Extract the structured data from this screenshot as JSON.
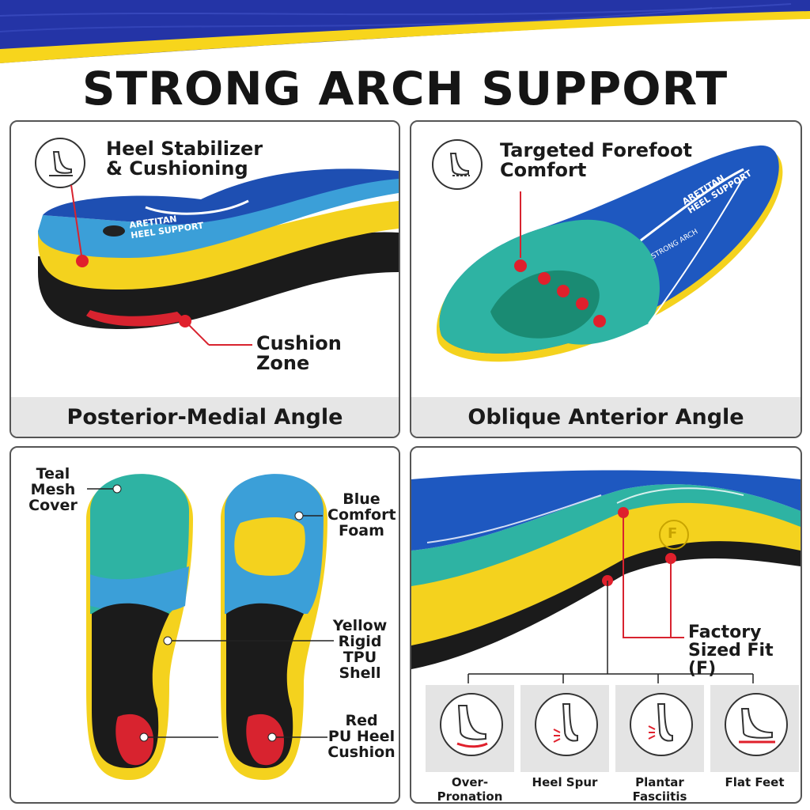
{
  "title": "STRONG ARCH SUPPORT",
  "colors": {
    "banner_blue": "#2434a6",
    "banner_yellow": "#f7d51c",
    "accent_red": "#e0202c",
    "teal": "#2aa89a",
    "blue": "#1f72c8",
    "yellow": "#f4d21e"
  },
  "panels": {
    "top_left": {
      "icon": "foot-heel-icon",
      "label_title": "Heel Stabilizer",
      "label_title2": "& Cushioning",
      "label_zone": "Cushion Zone",
      "caption": "Posterior-Medial Angle",
      "brand_line1": "ARETITAN",
      "brand_line2": "HEEL SUPPORT"
    },
    "top_right": {
      "icon": "foot-forefoot-icon",
      "label_line1": "Targeted Forefoot",
      "label_line2": "Comfort",
      "caption": "Oblique Anterior Angle",
      "brand_line1": "ARETITAN",
      "brand_line2": "HEEL SUPPORT",
      "side_text": "STRONG ARCH"
    },
    "bottom_left": {
      "teal": [
        "Teal",
        "Mesh",
        "Cover"
      ],
      "blue": [
        "Blue",
        "Comfort",
        "Foam"
      ],
      "yellow": [
        "Yellow",
        "Rigid",
        "TPU Shell"
      ],
      "red": [
        "Red",
        "PU Heel",
        "Cushion"
      ]
    },
    "bottom_right": {
      "badge": "F",
      "fit_line1": "Factory",
      "fit_line2": "Sized Fit (F)",
      "conditions": [
        {
          "label": "Over-Pronation",
          "icon": "over-pronation-foot-icon"
        },
        {
          "label": "Heel Spur",
          "icon": "heel-spur-foot-icon"
        },
        {
          "label": "Plantar Fasciitis",
          "icon": "plantar-fasciitis-foot-icon"
        },
        {
          "label": "Flat Feet",
          "icon": "flat-feet-foot-icon"
        }
      ]
    }
  }
}
